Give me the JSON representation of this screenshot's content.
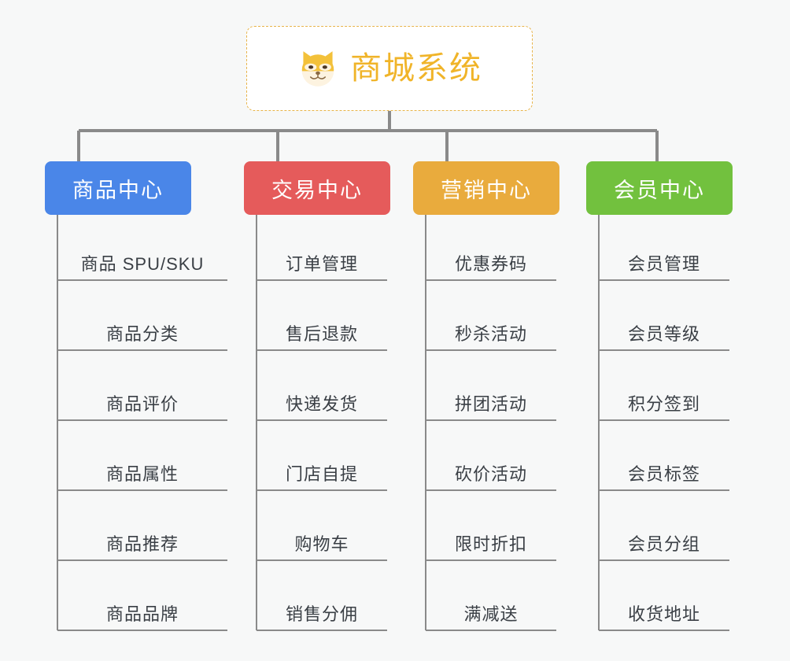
{
  "diagram": {
    "type": "mindmap-org-chart",
    "background_color": "#f7f8f8",
    "connector_color": "#8a8a8a",
    "root": {
      "title": "商城系统",
      "icon": "shiba-dog-face-icon",
      "border_color": "#e8b44a",
      "text_color": "#f0b429",
      "background_color": "#ffffff",
      "border_style": "dashed"
    },
    "branches": [
      {
        "label": "商品中心",
        "color": "#4a86e8",
        "items": [
          "商品 SPU/SKU",
          "商品分类",
          "商品评价",
          "商品属性",
          "商品推荐",
          "商品品牌"
        ]
      },
      {
        "label": "交易中心",
        "color": "#e55b5b",
        "items": [
          "订单管理",
          "售后退款",
          "快递发货",
          "门店自提",
          "购物车",
          "销售分佣"
        ]
      },
      {
        "label": "营销中心",
        "color": "#e9ab3d",
        "items": [
          "优惠券码",
          "秒杀活动",
          "拼团活动",
          "砍价活动",
          "限时折扣",
          "满减送"
        ]
      },
      {
        "label": "会员中心",
        "color": "#72c13e",
        "items": [
          "会员管理",
          "会员等级",
          "积分签到",
          "会员标签",
          "会员分组",
          "收货地址"
        ]
      }
    ]
  }
}
